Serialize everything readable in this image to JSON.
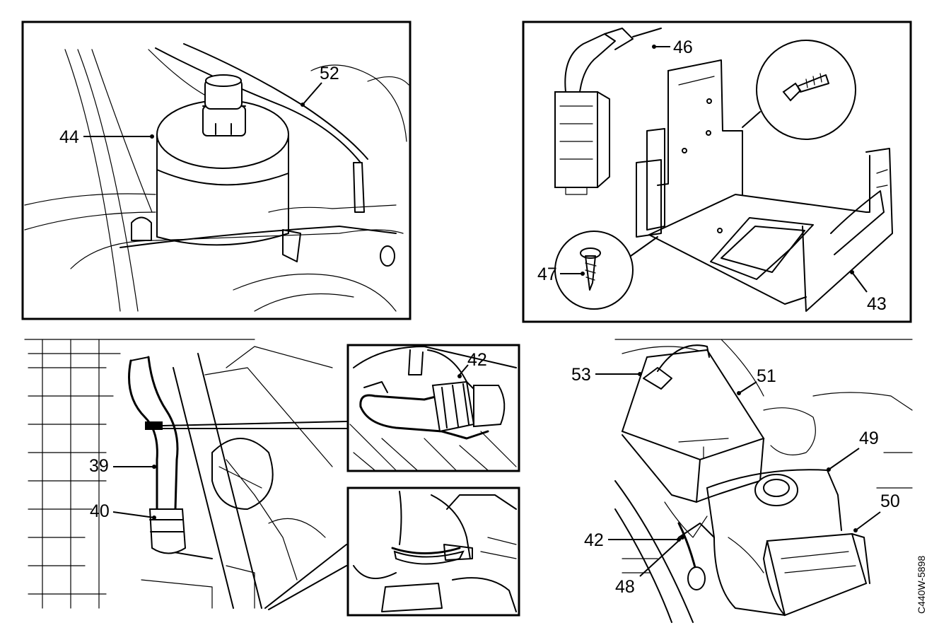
{
  "callouts": {
    "c44": "44",
    "c52": "52",
    "c46": "46",
    "c47": "47",
    "c43": "43",
    "c42_inset": "42",
    "c39": "39",
    "c40": "40",
    "c53": "53",
    "c51": "51",
    "c49": "49",
    "c50": "50",
    "c42_main": "42",
    "c48": "48"
  },
  "figure_code": "C440W-5898"
}
